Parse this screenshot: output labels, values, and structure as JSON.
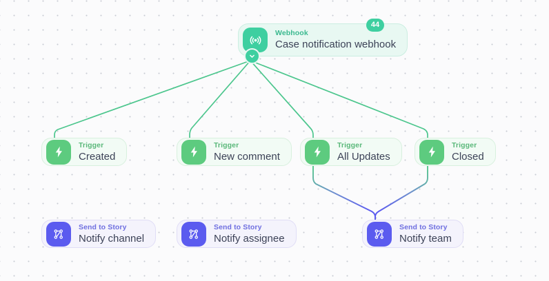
{
  "canvas": {
    "background_color": "#fbfbfc",
    "dot_color": "#c9ccd4"
  },
  "colors": {
    "teal": "#3ecfa0",
    "green": "#5dcb7f",
    "indigo": "#5b5bef",
    "title_text": "#3c4257"
  },
  "root": {
    "kicker": "Webhook",
    "title": "Case notification webhook",
    "icon": "broadcast-icon",
    "badge": "44",
    "collapse_icon": "chevron-down-icon"
  },
  "triggers": [
    {
      "kicker": "Trigger",
      "title": "Created",
      "icon": "lightning-bolt-icon"
    },
    {
      "kicker": "Trigger",
      "title": "New comment",
      "icon": "lightning-bolt-icon"
    },
    {
      "kicker": "Trigger",
      "title": "All Updates",
      "icon": "lightning-bolt-icon"
    },
    {
      "kicker": "Trigger",
      "title": "Closed",
      "icon": "lightning-bolt-icon"
    }
  ],
  "actions": [
    {
      "kicker": "Send to Story",
      "title": "Notify channel",
      "icon": "workflow-branch-icon"
    },
    {
      "kicker": "Send to Story",
      "title": "Notify assignee",
      "icon": "workflow-branch-icon"
    },
    {
      "kicker": "Send to Story",
      "title": "Notify team",
      "icon": "workflow-branch-icon"
    }
  ]
}
